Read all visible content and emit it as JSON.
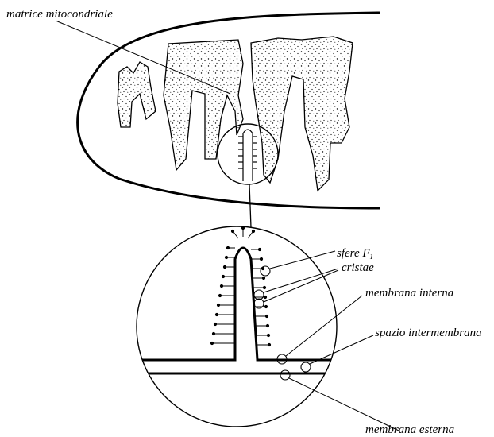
{
  "labels": {
    "matrix": "matrice mitocondriale",
    "f1_spheres_main": "sfere F",
    "f1_spheres_sub": "1",
    "cristae": "cristae",
    "inner_membrane": "membrana interna",
    "intermembrane_space": "spazio intermembrana",
    "outer_membrane": "membrana esterna"
  },
  "colors": {
    "ink": "#000000",
    "background": "#ffffff"
  }
}
